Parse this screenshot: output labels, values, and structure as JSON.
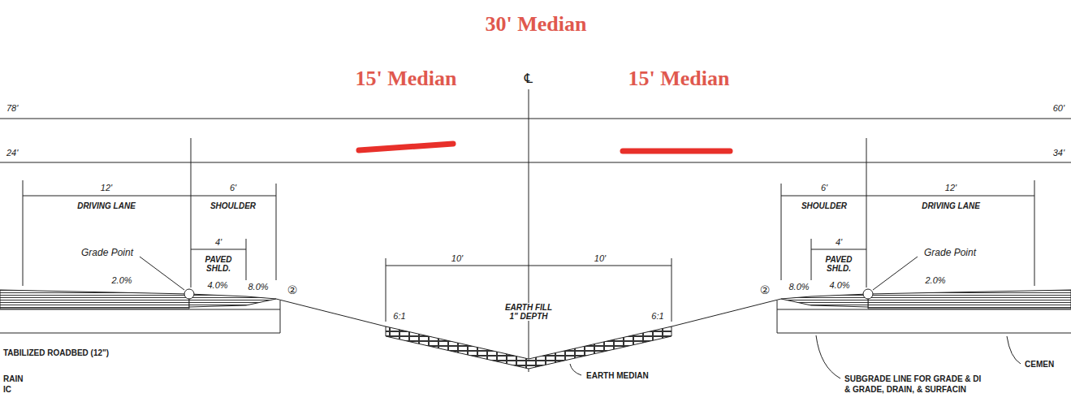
{
  "diagram": {
    "title": "30' Median",
    "labels": [
      "15' Median",
      "℄",
      "15' Median",
      "78'",
      "60'",
      "24'",
      "34'",
      "12'",
      "DRIVING LANE",
      "6'",
      "SHOULDER",
      "6'",
      "SHOULDER",
      "12'",
      "DRIVING LANE",
      "4'",
      "PAVED SHLD.",
      "4'",
      "PAVED SHLD.",
      "Grade Point",
      "Grade Point",
      "10'",
      "10'",
      "EARTH FILL 1\" DEPTH",
      "2.0%",
      "4.0%",
      "8.0%",
      "②",
      "②",
      "8.0%",
      "4.0%",
      "2.0%",
      "6:1",
      "6:1",
      "TABILIZED ROADBED (12\")",
      "CEMEN",
      "EARTH MEDIAN",
      "RAIN",
      "IC",
      "SUBGRADE LINE FOR GRADE & DI",
      "& GRADE, DRAIN, & SURFACIN"
    ]
  }
}
